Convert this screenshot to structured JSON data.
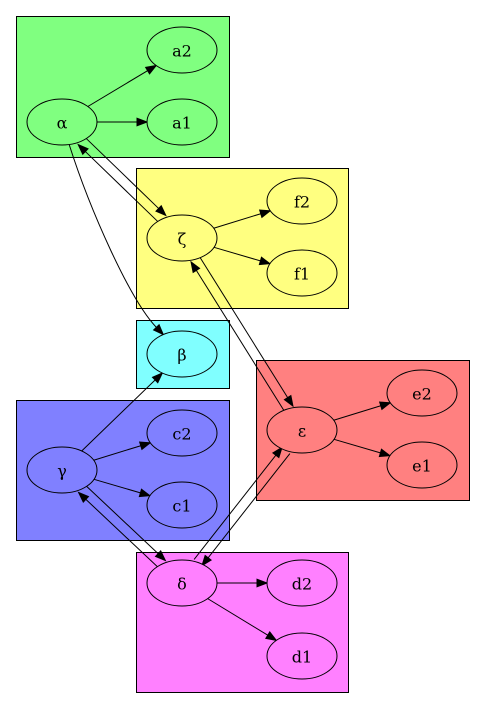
{
  "clusters": [
    {
      "id": "a",
      "color": "#80ff80"
    },
    {
      "id": "f",
      "color": "#ffff80"
    },
    {
      "id": "b",
      "color": "#80ffff"
    },
    {
      "id": "e",
      "color": "#ff8080"
    },
    {
      "id": "c",
      "color": "#8080ff"
    },
    {
      "id": "d",
      "color": "#ff80ff"
    }
  ],
  "nodes": [
    {
      "id": "alpha",
      "label": "α",
      "fill": "#80ff80"
    },
    {
      "id": "a2",
      "label": "a2",
      "fill": "#80ff80"
    },
    {
      "id": "a1",
      "label": "a1",
      "fill": "#80ff80"
    },
    {
      "id": "zeta",
      "label": "ζ",
      "fill": "#ffff80"
    },
    {
      "id": "f2",
      "label": "f2",
      "fill": "#ffff80"
    },
    {
      "id": "f1",
      "label": "f1",
      "fill": "#ffff80"
    },
    {
      "id": "beta",
      "label": "β",
      "fill": "#80ffff",
      "stroke": "#cc2222"
    },
    {
      "id": "epsilon",
      "label": "ε",
      "fill": "#ff8080"
    },
    {
      "id": "e2",
      "label": "e2",
      "fill": "#ff8080"
    },
    {
      "id": "e1",
      "label": "e1",
      "fill": "#ff8080"
    },
    {
      "id": "gamma",
      "label": "γ",
      "fill": "#8080ff"
    },
    {
      "id": "c2",
      "label": "c2",
      "fill": "#8080ff"
    },
    {
      "id": "c1",
      "label": "c1",
      "fill": "#8080ff"
    },
    {
      "id": "delta",
      "label": "δ",
      "fill": "#ff80ff"
    },
    {
      "id": "d2",
      "label": "d2",
      "fill": "#ff80ff"
    },
    {
      "id": "d1",
      "label": "d1",
      "fill": "#ff80ff"
    }
  ],
  "edges": [
    {
      "from": "alpha",
      "to": "a2"
    },
    {
      "from": "alpha",
      "to": "a1"
    },
    {
      "from": "alpha",
      "to": "zeta"
    },
    {
      "from": "zeta",
      "to": "alpha"
    },
    {
      "from": "alpha",
      "to": "beta"
    },
    {
      "from": "zeta",
      "to": "f2"
    },
    {
      "from": "zeta",
      "to": "f1"
    },
    {
      "from": "zeta",
      "to": "epsilon"
    },
    {
      "from": "epsilon",
      "to": "zeta"
    },
    {
      "from": "epsilon",
      "to": "e2"
    },
    {
      "from": "epsilon",
      "to": "e1"
    },
    {
      "from": "epsilon",
      "to": "delta"
    },
    {
      "from": "delta",
      "to": "epsilon"
    },
    {
      "from": "gamma",
      "to": "beta"
    },
    {
      "from": "gamma",
      "to": "c2"
    },
    {
      "from": "gamma",
      "to": "c1"
    },
    {
      "from": "gamma",
      "to": "delta"
    },
    {
      "from": "delta",
      "to": "gamma"
    },
    {
      "from": "delta",
      "to": "d2"
    },
    {
      "from": "delta",
      "to": "d1"
    }
  ]
}
